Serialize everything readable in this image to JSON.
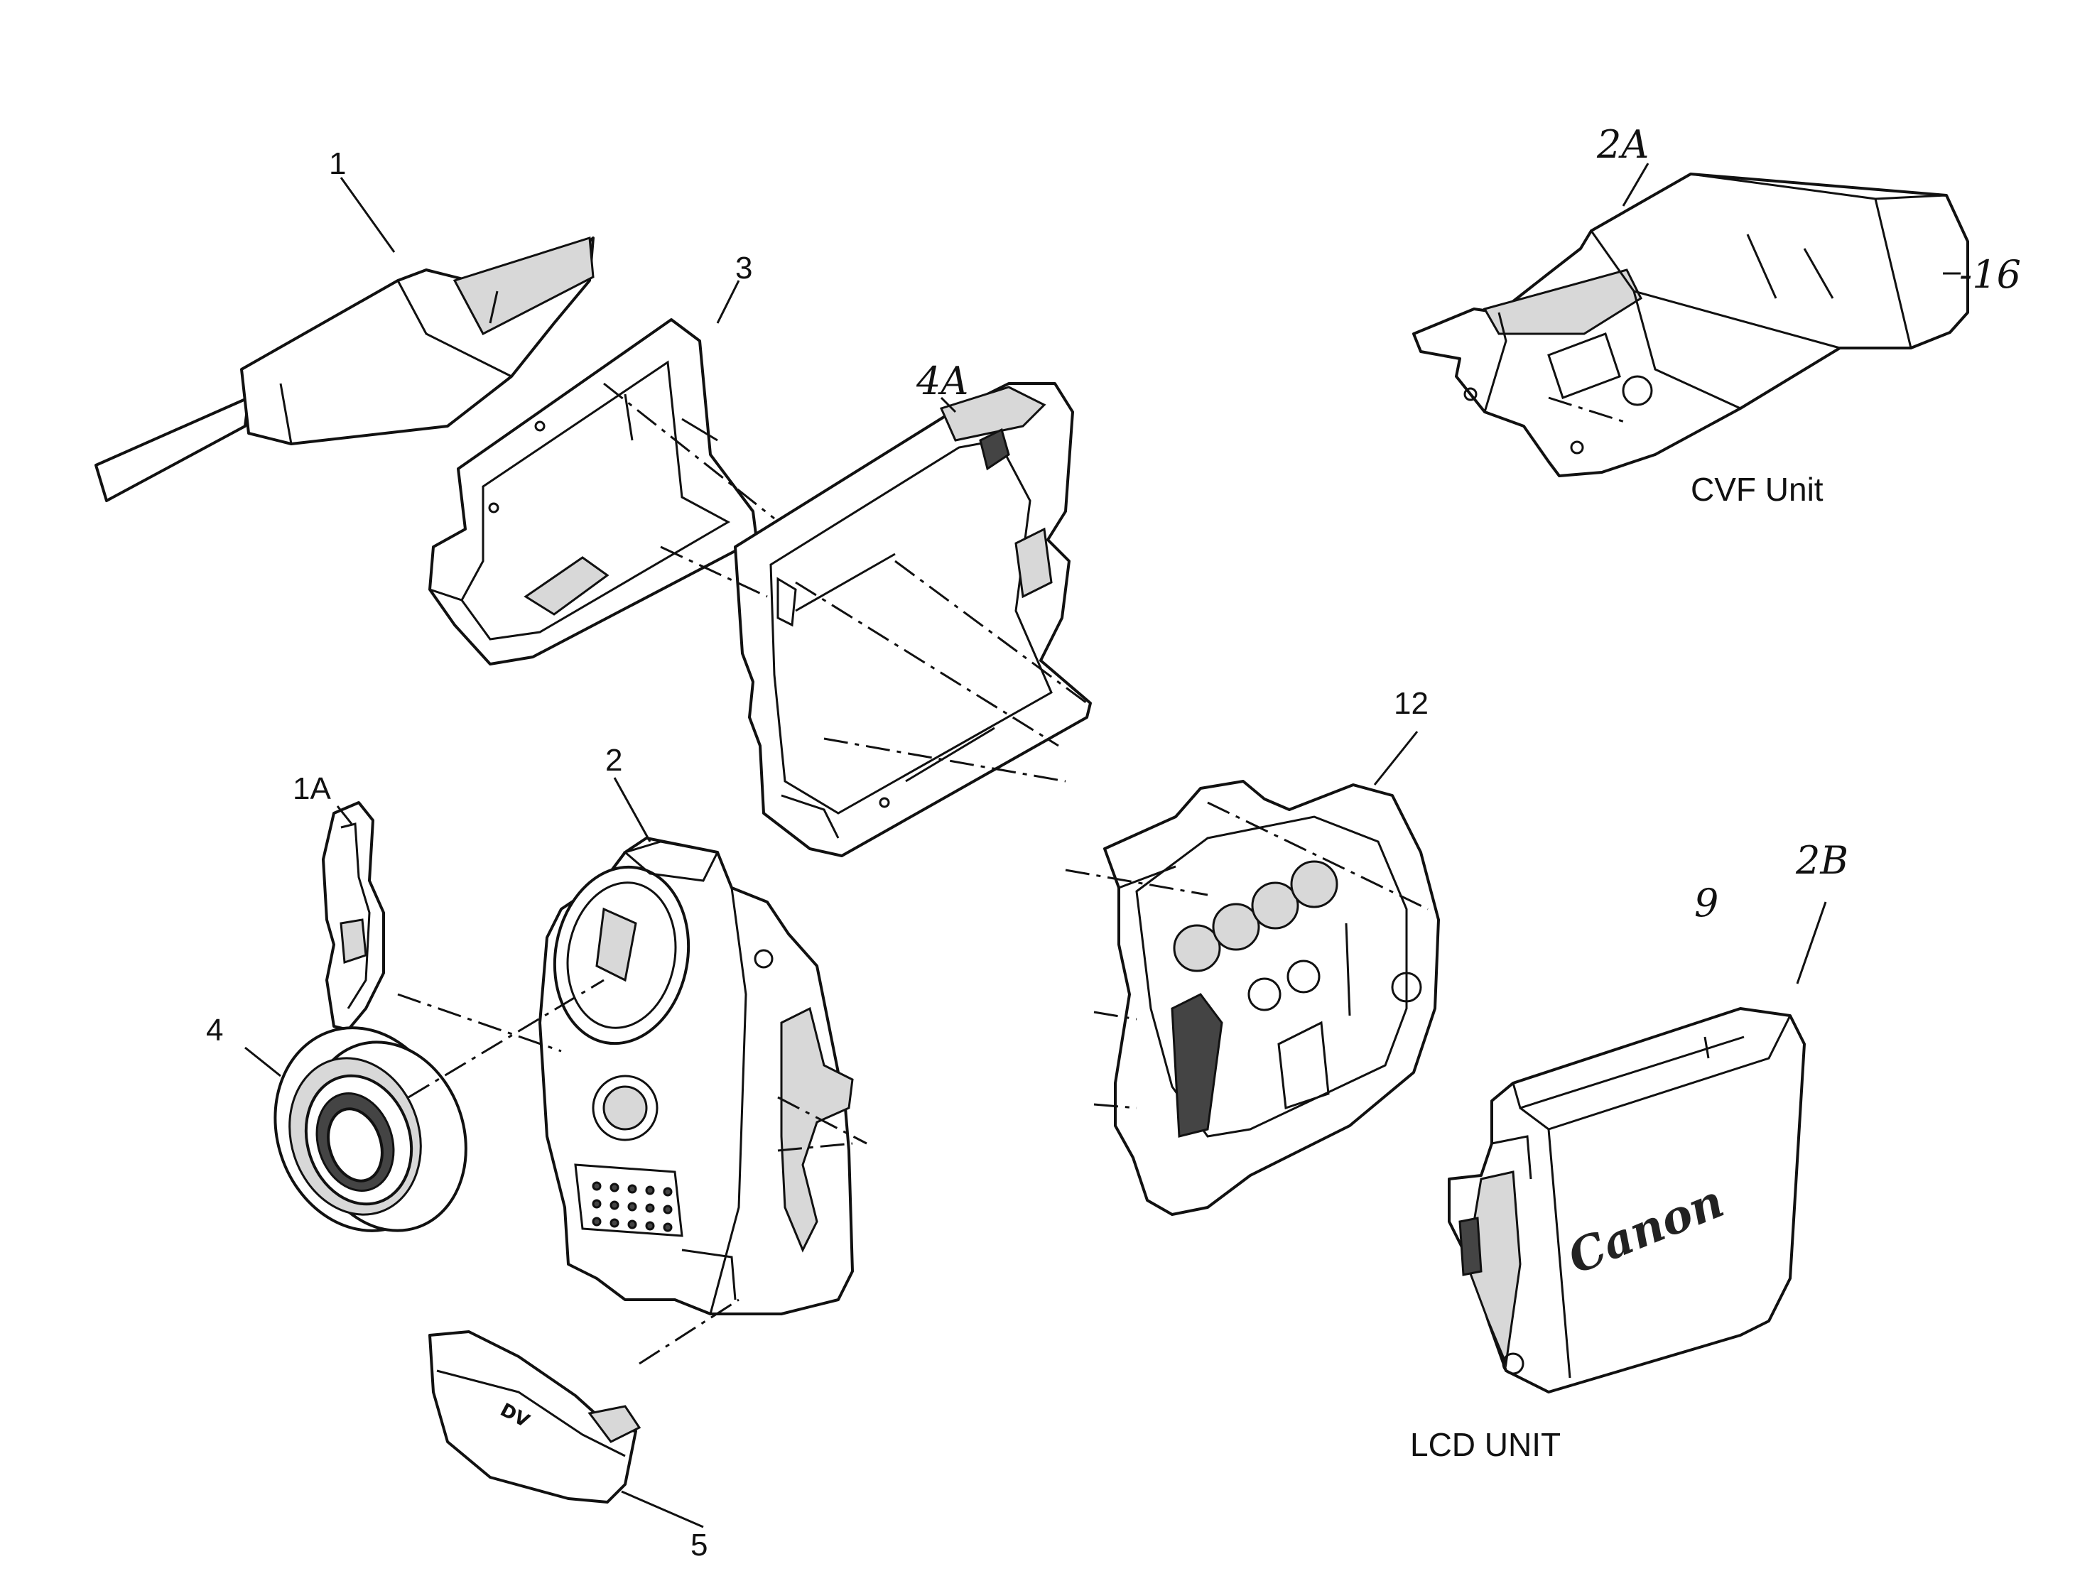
{
  "labels": {
    "p1": "1",
    "p1a": "1A",
    "p2": "2",
    "p2a": "2A",
    "p2b": "2B",
    "p3": "3",
    "p4": "4",
    "p4a": "4A",
    "p5": "5",
    "p9": "9",
    "p12": "12",
    "p16": "-16"
  },
  "units": {
    "cvf": "CVF Unit",
    "lcd": "LCD UNIT"
  },
  "markings": {
    "brand": "Canon",
    "dv": "DV"
  }
}
